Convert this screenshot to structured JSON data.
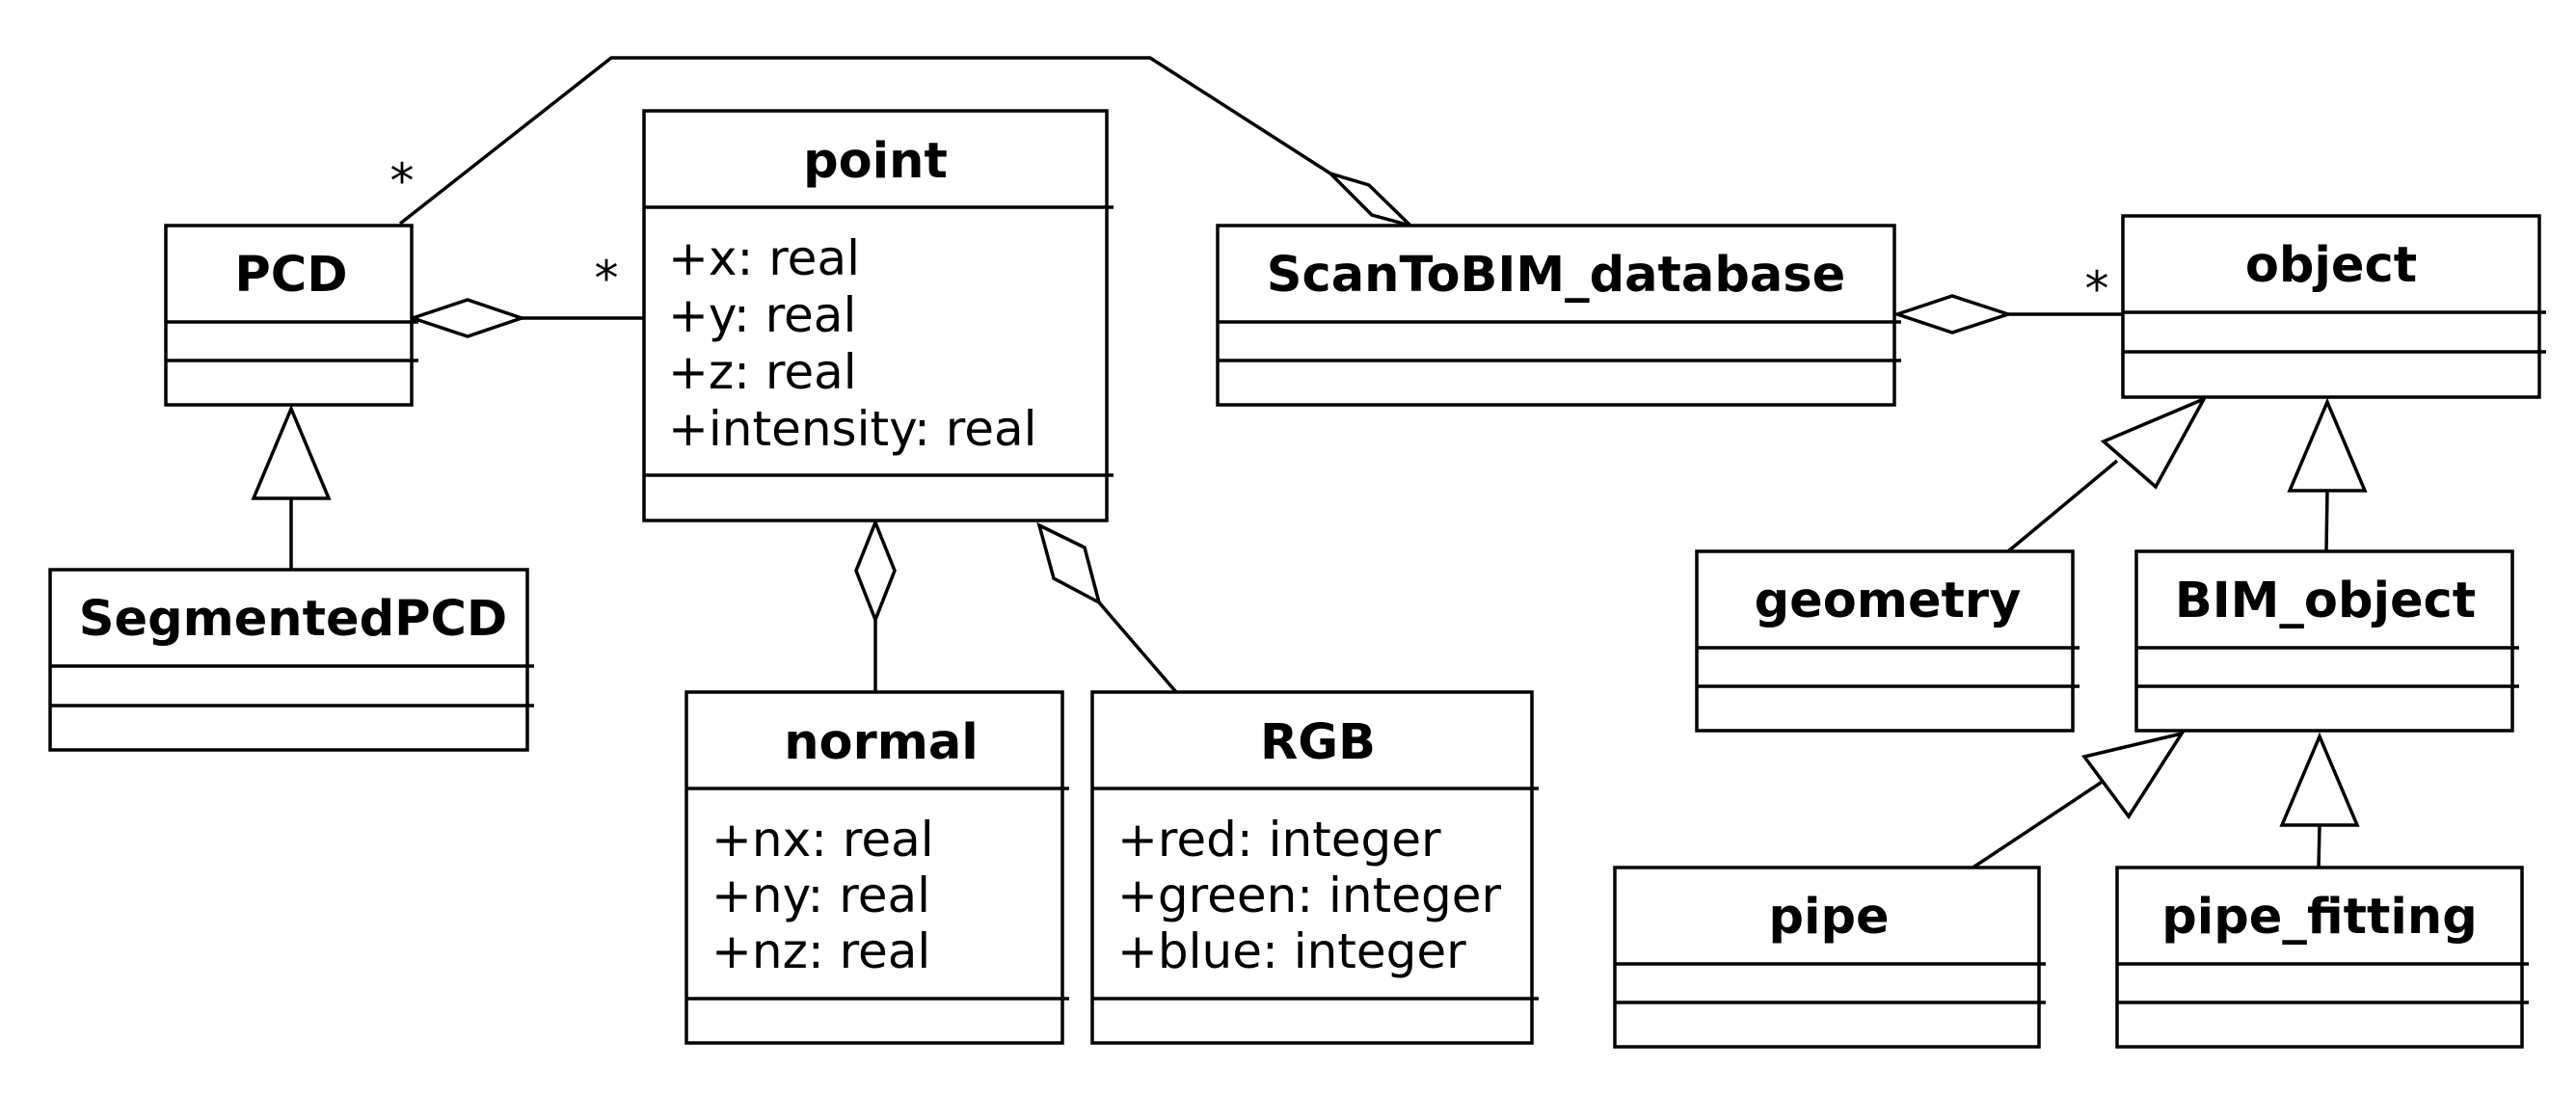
{
  "classes": {
    "pcd": {
      "name": "PCD",
      "attributes": []
    },
    "segmented_pcd": {
      "name": "SegmentedPCD",
      "attributes": []
    },
    "point": {
      "name": "point",
      "attributes": [
        "+x: real",
        "+y: real",
        "+z: real",
        "+intensity: real"
      ]
    },
    "normal": {
      "name": "normal",
      "attributes": [
        "+nx: real",
        "+ny: real",
        "+nz: real"
      ]
    },
    "rgb": {
      "name": "RGB",
      "attributes": [
        "+red: integer",
        "+green: integer",
        "+blue: integer"
      ]
    },
    "scantobim_database": {
      "name": "ScanToBIM_database",
      "attributes": []
    },
    "object": {
      "name": "object",
      "attributes": []
    },
    "geometry": {
      "name": "geometry",
      "attributes": []
    },
    "bim_object": {
      "name": "BIM_object",
      "attributes": []
    },
    "pipe": {
      "name": "pipe",
      "attributes": []
    },
    "pipe_fitting": {
      "name": "pipe_fitting",
      "attributes": []
    }
  },
  "relationships": [
    {
      "type": "aggregation",
      "whole": "PCD",
      "part": "point",
      "multiplicity": "*"
    },
    {
      "type": "aggregation",
      "whole": "ScanToBIM_database",
      "part": "PCD",
      "multiplicity": "*"
    },
    {
      "type": "aggregation",
      "whole": "ScanToBIM_database",
      "part": "object",
      "multiplicity": "*"
    },
    {
      "type": "aggregation",
      "whole": "point",
      "part": "normal"
    },
    {
      "type": "aggregation",
      "whole": "point",
      "part": "RGB"
    },
    {
      "type": "generalization",
      "parent": "PCD",
      "child": "SegmentedPCD"
    },
    {
      "type": "generalization",
      "parent": "object",
      "child": "geometry"
    },
    {
      "type": "generalization",
      "parent": "object",
      "child": "BIM_object"
    },
    {
      "type": "generalization",
      "parent": "BIM_object",
      "child": "pipe"
    },
    {
      "type": "generalization",
      "parent": "BIM_object",
      "child": "pipe_fitting"
    }
  ],
  "multiplicities": {
    "pcd_database_end": "*",
    "point_pcd_end": "*",
    "object_database_end": "*"
  }
}
